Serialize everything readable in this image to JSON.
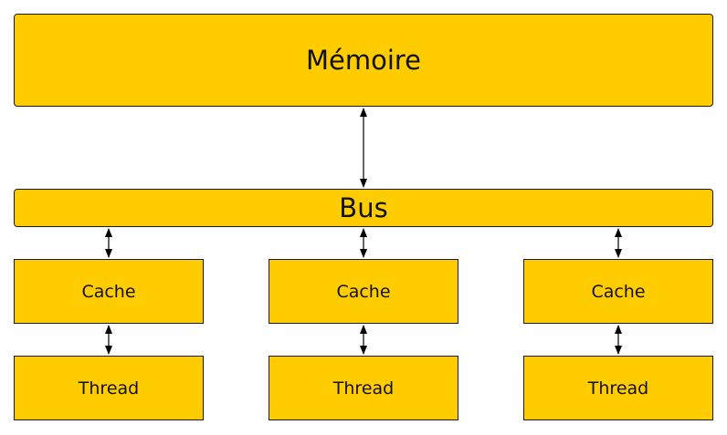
{
  "diagram": {
    "memory_label": "Mémoire",
    "bus_label": "Bus",
    "caches": [
      "Cache",
      "Cache",
      "Cache"
    ],
    "threads": [
      "Thread",
      "Thread",
      "Thread"
    ],
    "colors": {
      "box_fill": "#ffcc00",
      "stroke": "#000000"
    }
  }
}
